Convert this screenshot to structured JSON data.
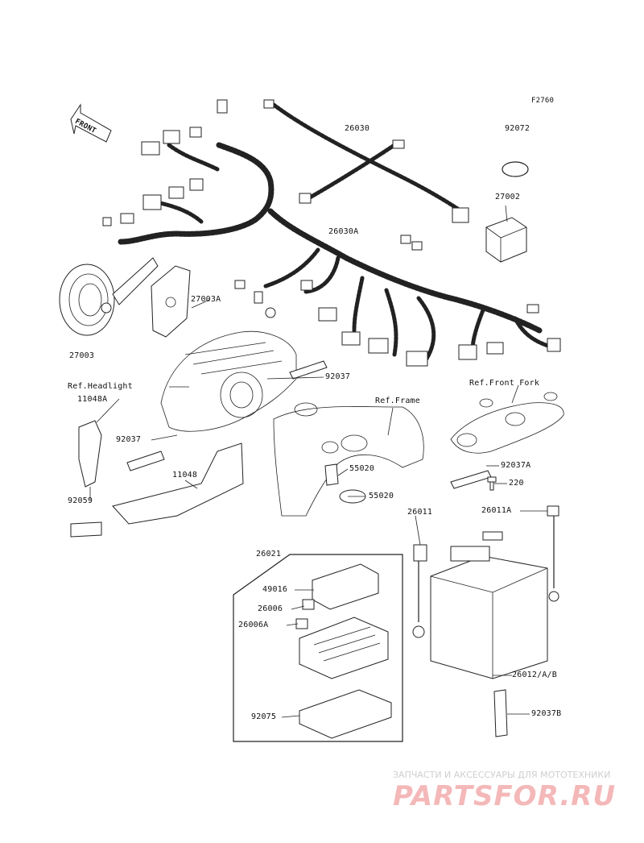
{
  "figure_code": "F2760",
  "front_arrow": "FRONT",
  "labels": {
    "p26030": "26030",
    "p92072": "92072",
    "p27002": "27002",
    "p26030a": "26030A",
    "p27003a": "27003A",
    "p27003": "27003",
    "ref_headlight": "Ref.Headlight",
    "p92037_top": "92037",
    "ref_front_fork": "Ref.Front Fork",
    "p11048a": "11048A",
    "ref_frame": "Ref.Frame",
    "p92037_left": "92037",
    "p55020_a": "55020",
    "p92037a": "92037A",
    "p11048": "11048",
    "p220": "220",
    "p55020_b": "55020",
    "p92059": "92059",
    "p26011": "26011",
    "p26011a": "26011A",
    "p26021": "26021",
    "p49016": "49016",
    "p26006": "26006",
    "p26006a": "26006A",
    "p26012ab": "26012/A/B",
    "p92075": "92075",
    "p92037b": "92037B"
  },
  "watermark": {
    "tagline": "ЗАПЧАСТИ И АКСЕССУАРЫ ДЛЯ МОТОТЕХНИКИ",
    "brand": "PARTSFOR.RU"
  },
  "colors": {
    "ink": "#222222",
    "watermark": "#f4b8b8"
  }
}
